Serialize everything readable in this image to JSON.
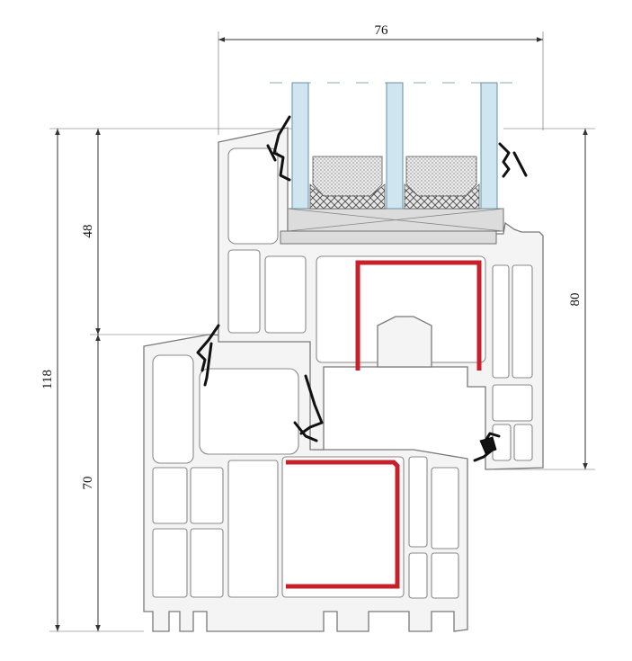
{
  "dimensions": {
    "top_width": "76",
    "left_total": "118",
    "left_upper": "48",
    "left_lower": "70",
    "right_height": "80"
  },
  "colors": {
    "reinforcement": "#c8202a",
    "glass": "#cfe6f0",
    "seal": "#111111",
    "profile": "#f4f4f4"
  }
}
